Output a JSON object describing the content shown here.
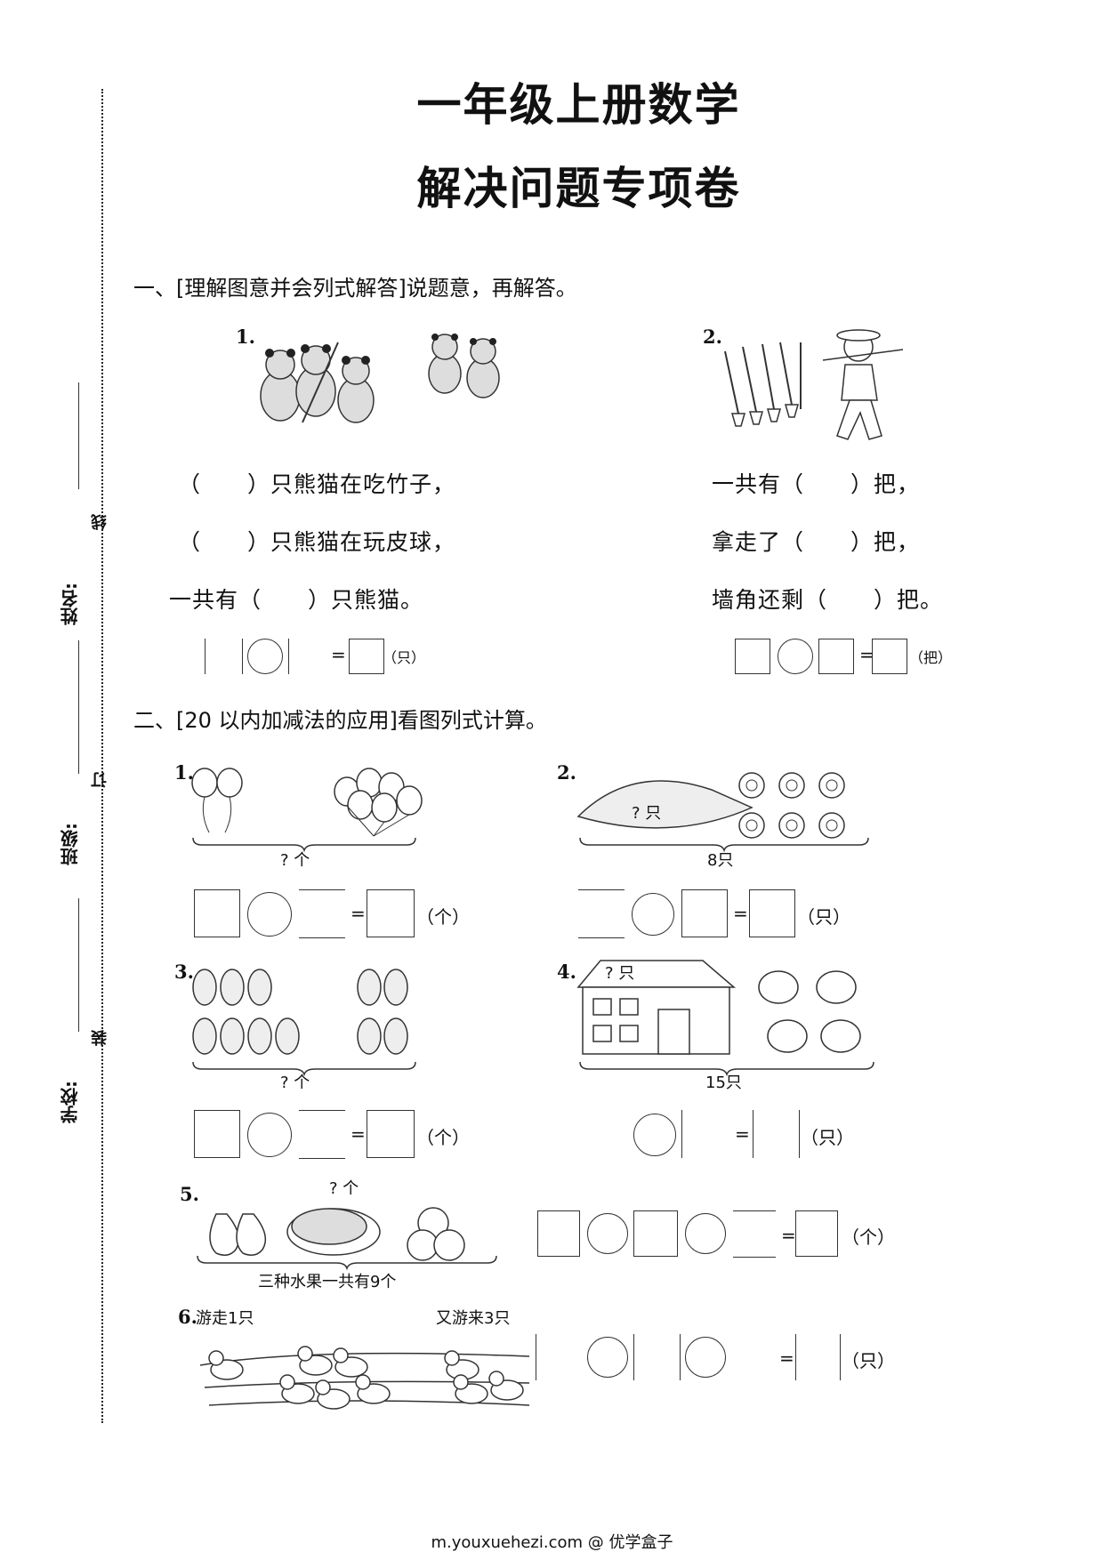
{
  "header": {
    "title_line1": "一年级上册数学",
    "title_line2": "解决问题专项卷"
  },
  "binding_margin": {
    "school_label": "学校:",
    "class_label": "班级:",
    "name_label": "姓名:",
    "word_zhuang": "装",
    "word_ding": "订",
    "word_xian": "线"
  },
  "section1": {
    "heading": "一、[理解图意并会列式解答]说题意，再解答。",
    "problem1": {
      "number": "1.",
      "lines": [
        "（　　）只熊猫在吃竹子，",
        "（　　）只熊猫在玩皮球，",
        "一共有（　　）只熊猫。"
      ],
      "unit": "（只）"
    },
    "problem2": {
      "number": "2.",
      "lines": [
        "一共有（　　）把，",
        "拿走了（　　）把，",
        "墙角还剩（　　）把。"
      ],
      "unit": "（把）"
    }
  },
  "section2": {
    "heading": "二、[20 以内加减法的应用]看图列式计算。",
    "problems": [
      {
        "number": "1.",
        "caption": "? 个",
        "unit": "（个）"
      },
      {
        "number": "2.",
        "caption": "8只",
        "inner_label": "? 只",
        "unit": "（只）"
      },
      {
        "number": "3.",
        "caption": "? 个",
        "unit": "（个）"
      },
      {
        "number": "4.",
        "caption": "15只",
        "inner_label": "? 只",
        "unit": "（只）"
      },
      {
        "number": "5.",
        "caption": "三种水果一共有9个",
        "top_label": "? 个",
        "unit": "（个）"
      },
      {
        "number": "6.",
        "label_left": "游走1只",
        "label_right": "又游来3只",
        "unit": "（只）"
      }
    ],
    "equals": "="
  },
  "footer": {
    "text": "m.youxuehezi.com @ 优学盒子"
  }
}
